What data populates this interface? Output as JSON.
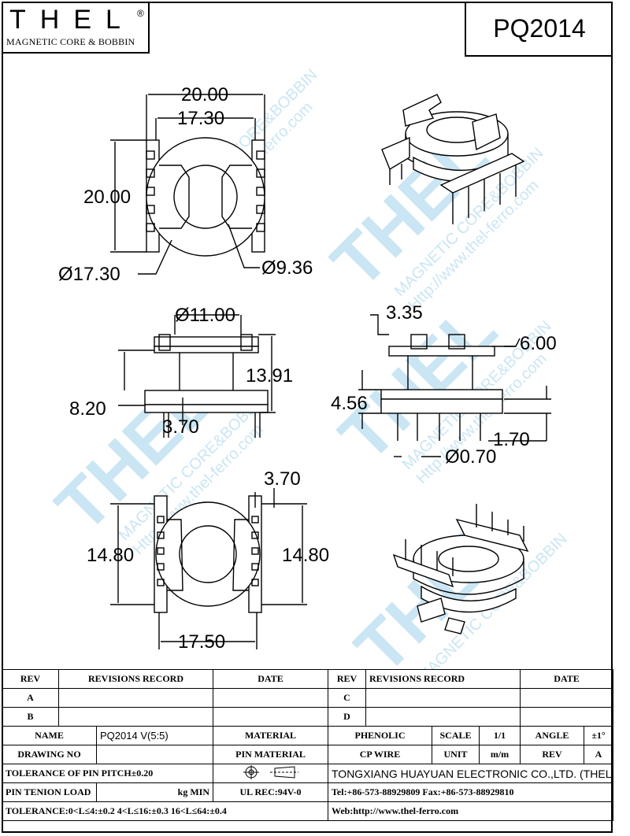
{
  "header": {
    "logo": "THEL",
    "logo_reg": "®",
    "logo_sub": "MAGNETIC CORE & BOBBIN",
    "part_number": "PQ2014"
  },
  "dimensions": {
    "top_width_outer": "20.00",
    "top_width_inner": "17.30",
    "top_height": "20.00",
    "dia_outer": "Ø17.30",
    "dia_inner": "Ø9.36",
    "front_dia": "Ø11.00",
    "front_height_total": "13.91",
    "front_height_base": "8.20",
    "front_flange": "3.70",
    "side_top": "3.35",
    "side_width": "6.00",
    "side_height": "4.56",
    "side_pin_len": "1.70",
    "pin_dia": "Ø0.70",
    "bottom_pin_offset": "3.70",
    "bottom_left_height": "14.80",
    "bottom_right_height": "14.80",
    "bottom_width": "17.50"
  },
  "watermark": {
    "logo": "THEL",
    "line1": "MAGNETIC CORE&BOBBIN",
    "line2": "Http://www.thel-ferro.com",
    "reg": "®"
  },
  "title_block": {
    "rev_label": "REV",
    "revisions_record_label": "REVISIONS RECORD",
    "date_label": "DATE",
    "rev_rows_left": [
      "A",
      "B"
    ],
    "rev_rows_right": [
      "C",
      "D"
    ],
    "name_label": "NAME",
    "name_value": "PQ2014 V(5:5)",
    "material_label": "MATERIAL",
    "material_value": "PHENOLIC",
    "scale_label": "SCALE",
    "scale_value": "1/1",
    "angle_label": "ANGLE",
    "angle_value": "±1°",
    "drawing_no_label": "DRAWING NO",
    "pin_material_label": "PIN MATERIAL",
    "pin_material_value": "CP WIRE",
    "unit_label": "UNIT",
    "unit_value": "m/m",
    "rev2_label": "REV",
    "rev2_value": "A",
    "pin_pitch_tol": "TOLERANCE OF PIN PITCH±0.20",
    "company": "TONGXIANG HUAYUAN ELECTRONIC CO.,LTD. (THEL)",
    "pin_tension_label": "PIN TENION LOAD",
    "pin_tension_unit": "kg MIN",
    "ul_rec": "UL REC:94V-0",
    "tel_fax": "Tel:+86-573-88929809 Fax:+86-573-88929810",
    "tolerance": "TOLERANCE:0<L≤4:±0.2  4<L≤16:±0.3  16<L≤64:±0.4",
    "web": "Web:http://www.thel-ferro.com"
  }
}
